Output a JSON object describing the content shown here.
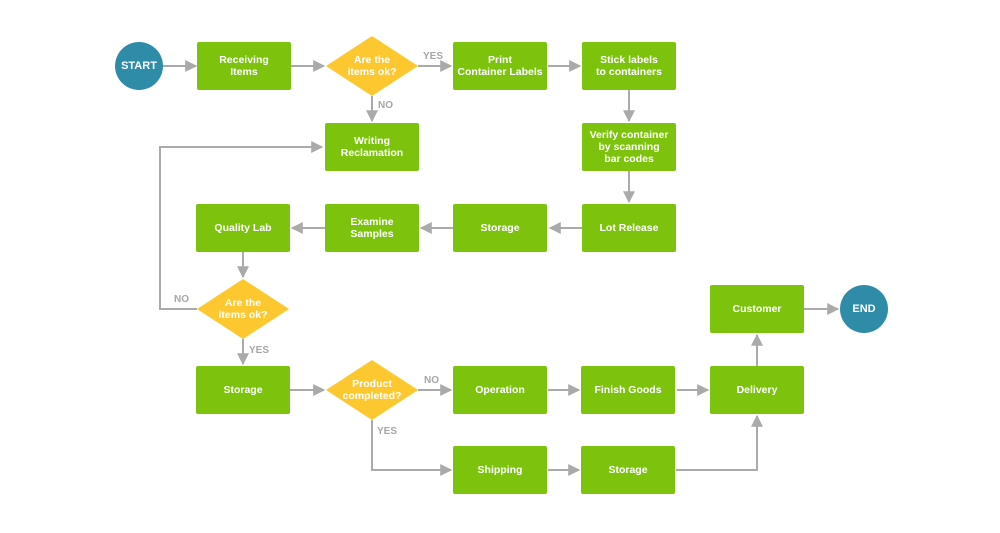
{
  "colors": {
    "process": "#7dc30d",
    "decision": "#fdc82f",
    "terminal": "#2e8ca8",
    "connector": "#aaaaaa",
    "edge_label": "#a6a6a6"
  },
  "terminals": {
    "start": "START",
    "end": "END"
  },
  "steps": {
    "receiving_items": "Receiving\nItems",
    "print_container_labels": "Print\nContainer Labels",
    "stick_labels": "Stick labels\nto containers",
    "writing_reclamation": "Writing\nReclamation",
    "verify_container": "Verify container\nby scanning\nbar codes",
    "quality_lab": "Quality Lab",
    "examine_samples": "Examine\nSamples",
    "storage_1": "Storage",
    "lot_release": "Lot Release",
    "customer": "Customer",
    "storage_2": "Storage",
    "operation": "Operation",
    "finish_goods": "Finish Goods",
    "delivery": "Delivery",
    "shipping": "Shipping",
    "storage_3": "Storage"
  },
  "decisions": {
    "items_ok_1": "Are the\nitems ok?",
    "items_ok_2": "Are the\nitems ok?",
    "product_completed": "Product\ncompleted?"
  },
  "edge_labels": {
    "yes_1": "YES",
    "no_1": "NO",
    "no_2": "NO",
    "yes_2": "YES",
    "no_3": "NO",
    "yes_3": "YES"
  }
}
